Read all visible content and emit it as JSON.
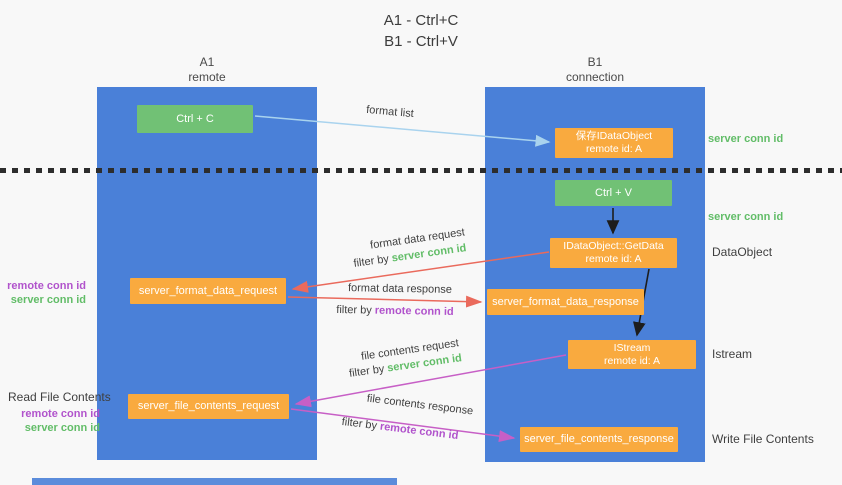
{
  "title": {
    "line1": "A1 - Ctrl+C",
    "line2": "B1 - Ctrl+V"
  },
  "lanes": {
    "a1": {
      "title": "A1",
      "subtitle": "remote"
    },
    "b1": {
      "title": "B1",
      "subtitle": "connection"
    }
  },
  "nodes": {
    "ctrl_c": {
      "label": "Ctrl + C"
    },
    "ctrl_v": {
      "label": "Ctrl + V"
    },
    "save_dataobject": {
      "line1": "保存IDataObject",
      "line2": "remote id: A"
    },
    "getdata": {
      "line1": "IDataObject::GetData",
      "line2": "remote id: A"
    },
    "istream": {
      "line1": "IStream",
      "line2": "remote id: A"
    },
    "format_request": {
      "label": "server_format_data_request"
    },
    "format_response": {
      "label": "server_format_data_response"
    },
    "file_request": {
      "label": "server_file_contents_request"
    },
    "file_response": {
      "label": "server_file_contents_response"
    }
  },
  "annotations": {
    "right": {
      "server_conn_id_1": "server conn id",
      "server_conn_id_2": "server conn id",
      "dataobject": "DataObject",
      "istream": "Istream",
      "write_file": "Write File Contents"
    },
    "left": {
      "remote_conn_id_1": "remote conn id",
      "server_conn_id_1": "server conn id",
      "read_file": "Read File Contents",
      "remote_conn_id_2": "remote conn id",
      "server_conn_id_2": "server conn id"
    }
  },
  "arrows": {
    "format_list": {
      "label": "format list"
    },
    "format_data_request": {
      "label": "format data request",
      "filter_prefix": "filter by ",
      "filter_key": "server conn id"
    },
    "format_data_response": {
      "label": "format data response",
      "filter_prefix": "filter by ",
      "filter_key": "remote conn id"
    },
    "file_contents_request": {
      "label": "file contents request",
      "filter_prefix": "filter by ",
      "filter_key": "server conn id"
    },
    "file_contents_response": {
      "label": "file contents response",
      "filter_prefix": "filter by ",
      "filter_key": "remote conn id"
    }
  },
  "colors": {
    "lane_blue": "#4a80d8",
    "node_green": "#71c175",
    "node_orange": "#f9aa3f",
    "accent_green": "#62bd68",
    "accent_purple": "#b153cc",
    "arrow_red": "#ea6a5c",
    "arrow_magenta": "#c75fc6",
    "arrow_light_blue": "#a9d3ee",
    "arrow_black": "#1d1d1d"
  }
}
